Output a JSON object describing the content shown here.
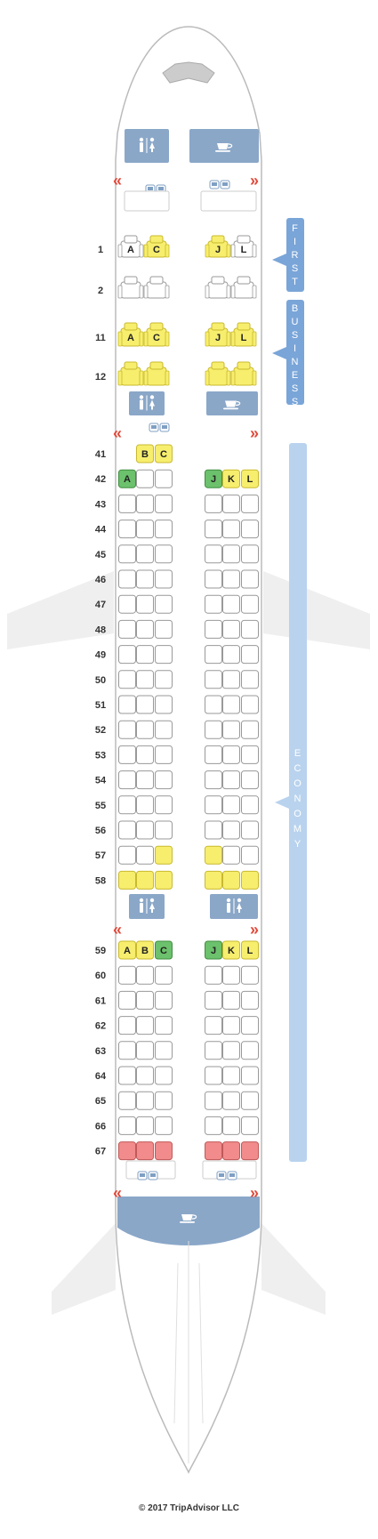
{
  "copyright": "© 2017 TripAdvisor LLC",
  "colors": {
    "standard": "#ffffff",
    "yellow": "#f7ee6e",
    "green": "#6cc16c",
    "red": "#f28b8b",
    "cabin_band": "#8fb3d9",
    "cabin_band_light": "#b9d3ee",
    "galley": "#8aa7c8"
  },
  "cabins": [
    {
      "key": "first",
      "name": "FIRST"
    },
    {
      "key": "business",
      "name": "BUSINESS"
    },
    {
      "key": "economy",
      "name": "ECONOMY"
    }
  ],
  "first_rows": [
    {
      "row": "1",
      "seats": [
        {
          "letter": "A",
          "status": "standard"
        },
        {
          "letter": "C",
          "status": "yellow"
        },
        {
          "letter": "J",
          "status": "yellow"
        },
        {
          "letter": "L",
          "status": "standard"
        }
      ]
    },
    {
      "row": "2",
      "seats": [
        {
          "letter": "",
          "status": "standard"
        },
        {
          "letter": "",
          "status": "standard"
        },
        {
          "letter": "",
          "status": "standard"
        },
        {
          "letter": "",
          "status": "standard"
        }
      ]
    }
  ],
  "business_rows": [
    {
      "row": "11",
      "seats": [
        {
          "letter": "A",
          "status": "yellow"
        },
        {
          "letter": "C",
          "status": "yellow"
        },
        {
          "letter": "J",
          "status": "yellow"
        },
        {
          "letter": "L",
          "status": "yellow"
        }
      ]
    },
    {
      "row": "12",
      "seats": [
        {
          "letter": "",
          "status": "yellow"
        },
        {
          "letter": "",
          "status": "yellow"
        },
        {
          "letter": "",
          "status": "yellow"
        },
        {
          "letter": "",
          "status": "yellow"
        }
      ]
    }
  ],
  "economy_front": [
    {
      "row": "41",
      "left": [
        null,
        {
          "letter": "B",
          "status": "yellow"
        },
        {
          "letter": "C",
          "status": "yellow"
        }
      ],
      "right": null
    },
    {
      "row": "42",
      "left": [
        {
          "letter": "A",
          "status": "green"
        },
        {
          "letter": "",
          "status": "standard"
        },
        {
          "letter": "",
          "status": "standard"
        }
      ],
      "right": [
        {
          "letter": "J",
          "status": "green"
        },
        {
          "letter": "K",
          "status": "yellow"
        },
        {
          "letter": "L",
          "status": "yellow"
        }
      ]
    },
    {
      "row": "43",
      "pattern": "sss"
    },
    {
      "row": "44",
      "pattern": "sss"
    },
    {
      "row": "45",
      "pattern": "sss"
    },
    {
      "row": "46",
      "pattern": "sss"
    },
    {
      "row": "47",
      "pattern": "sss"
    },
    {
      "row": "48",
      "pattern": "sss"
    },
    {
      "row": "49",
      "pattern": "sss"
    },
    {
      "row": "50",
      "pattern": "sss"
    },
    {
      "row": "51",
      "pattern": "sss"
    },
    {
      "row": "52",
      "pattern": "sss"
    },
    {
      "row": "53",
      "pattern": "sss"
    },
    {
      "row": "54",
      "pattern": "sss"
    },
    {
      "row": "55",
      "pattern": "sss"
    },
    {
      "row": "56",
      "pattern": "sss"
    },
    {
      "row": "57",
      "left": [
        {
          "letter": "",
          "status": "standard"
        },
        {
          "letter": "",
          "status": "standard"
        },
        {
          "letter": "",
          "status": "yellow"
        }
      ],
      "right": [
        {
          "letter": "",
          "status": "yellow"
        },
        {
          "letter": "",
          "status": "standard"
        },
        {
          "letter": "",
          "status": "standard"
        }
      ]
    },
    {
      "row": "58",
      "pattern": "yyy"
    }
  ],
  "economy_rear": [
    {
      "row": "59",
      "left": [
        {
          "letter": "A",
          "status": "yellow"
        },
        {
          "letter": "B",
          "status": "yellow"
        },
        {
          "letter": "C",
          "status": "green"
        }
      ],
      "right": [
        {
          "letter": "J",
          "status": "green"
        },
        {
          "letter": "K",
          "status": "yellow"
        },
        {
          "letter": "L",
          "status": "yellow"
        }
      ]
    },
    {
      "row": "60",
      "pattern": "sss"
    },
    {
      "row": "61",
      "pattern": "sss"
    },
    {
      "row": "62",
      "pattern": "sss"
    },
    {
      "row": "63",
      "pattern": "sss"
    },
    {
      "row": "64",
      "pattern": "sss"
    },
    {
      "row": "65",
      "pattern": "sss"
    },
    {
      "row": "66",
      "pattern": "sss"
    },
    {
      "row": "67",
      "pattern": "rrr"
    }
  ],
  "facilities": [
    {
      "type": "lavatory",
      "icon": "lavatory-icon"
    },
    {
      "type": "galley",
      "icon": "galley-cup-icon"
    },
    {
      "type": "exit",
      "icon": "exit-arrow-icon"
    },
    {
      "type": "closet",
      "icon": "closet-icon"
    }
  ]
}
